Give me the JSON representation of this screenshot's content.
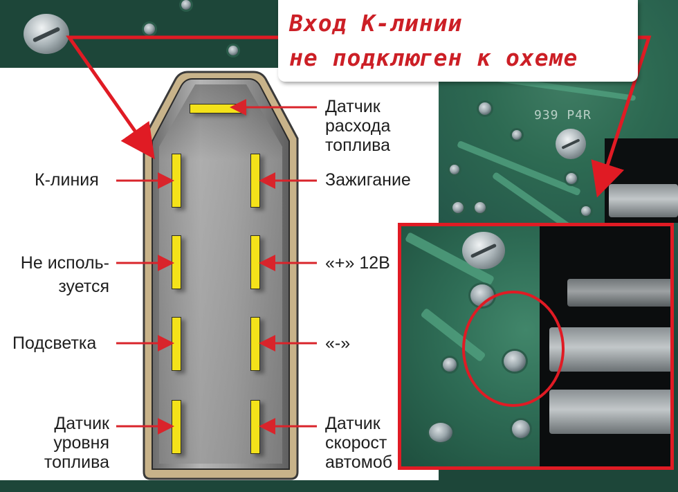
{
  "callout": {
    "line1": "Вход К-линии",
    "line2": "не подклюген к охеме"
  },
  "silkscreen": {
    "board_code": "939  P4R"
  },
  "pin_labels": {
    "fuel_flow_sensor": [
      "Датчик",
      "расхода",
      "топлива"
    ],
    "k_line": "К-линия",
    "ignition": "Зажигание",
    "not_used": [
      "Не исполь-",
      "зуется"
    ],
    "plus_12v": "«+» 12В",
    "backlight": "Подсветка",
    "minus": "«-»",
    "fuel_level_sensor": [
      "Датчик",
      "уровня",
      "топлива"
    ],
    "speed_sensor": [
      "Датчик",
      "скорост",
      "автомоб"
    ]
  },
  "colors": {
    "accent_red": "#e01b24",
    "pin_yellow": "#f4e21a",
    "pcb_green": "#2d6a52",
    "panel_white": "#ffffff"
  }
}
